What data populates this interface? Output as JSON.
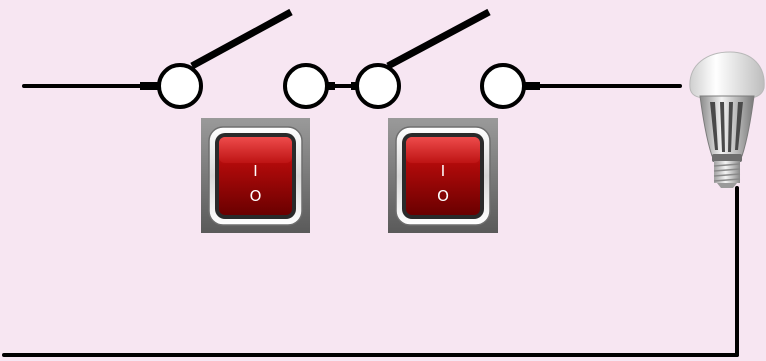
{
  "diagram": {
    "background": "#f7e6f2",
    "wire_color": "#000000",
    "switches": [
      {
        "state": "open",
        "rocker": {
          "on_symbol": "I",
          "off_symbol": "O",
          "color": "#b00a0a"
        }
      },
      {
        "state": "open",
        "rocker": {
          "on_symbol": "I",
          "off_symbol": "O",
          "color": "#b00a0a"
        }
      }
    ],
    "lamp": {
      "type": "led-bulb",
      "state": "off"
    }
  }
}
